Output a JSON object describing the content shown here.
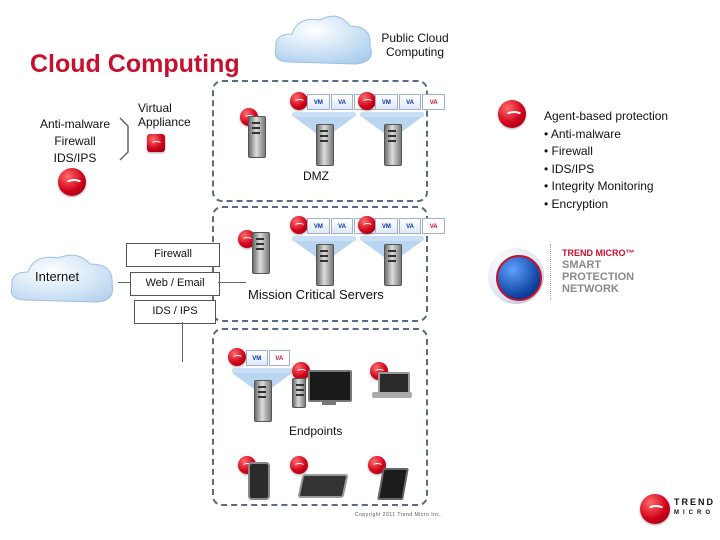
{
  "title": "Cloud Computing",
  "public_cloud": {
    "label": "Public Cloud Computing"
  },
  "left_list": [
    "Anti-malware",
    "Firewall",
    "IDS/IPS"
  ],
  "virtual_appliance": "Virtual Appliance",
  "dmz": "DMZ",
  "mission_critical": "Mission Critical Servers",
  "endpoints": "Endpoints",
  "internet": "Internet",
  "internet_boxes": [
    "Firewall",
    "Web / Email",
    "IDS / IPS"
  ],
  "vm_labels": {
    "vm": "VM",
    "va": "VA"
  },
  "agent": {
    "heading": "Agent-based protection",
    "items": [
      "• Anti-malware",
      "• Firewall",
      "• IDS/IPS",
      "• Integrity Monitoring",
      "• Encryption"
    ]
  },
  "spn": {
    "lines": [
      "TREND MICRO™",
      "SMART",
      "PROTECTION",
      "NETWORK"
    ]
  },
  "brand": {
    "lines": [
      "TREND",
      "MICRO"
    ]
  },
  "copyright": "Copyright 2011 Trend Micro Inc.",
  "colors": {
    "accent": "#c8102e",
    "dash": "#5a6b86",
    "cloud": "#cfe3f6"
  }
}
